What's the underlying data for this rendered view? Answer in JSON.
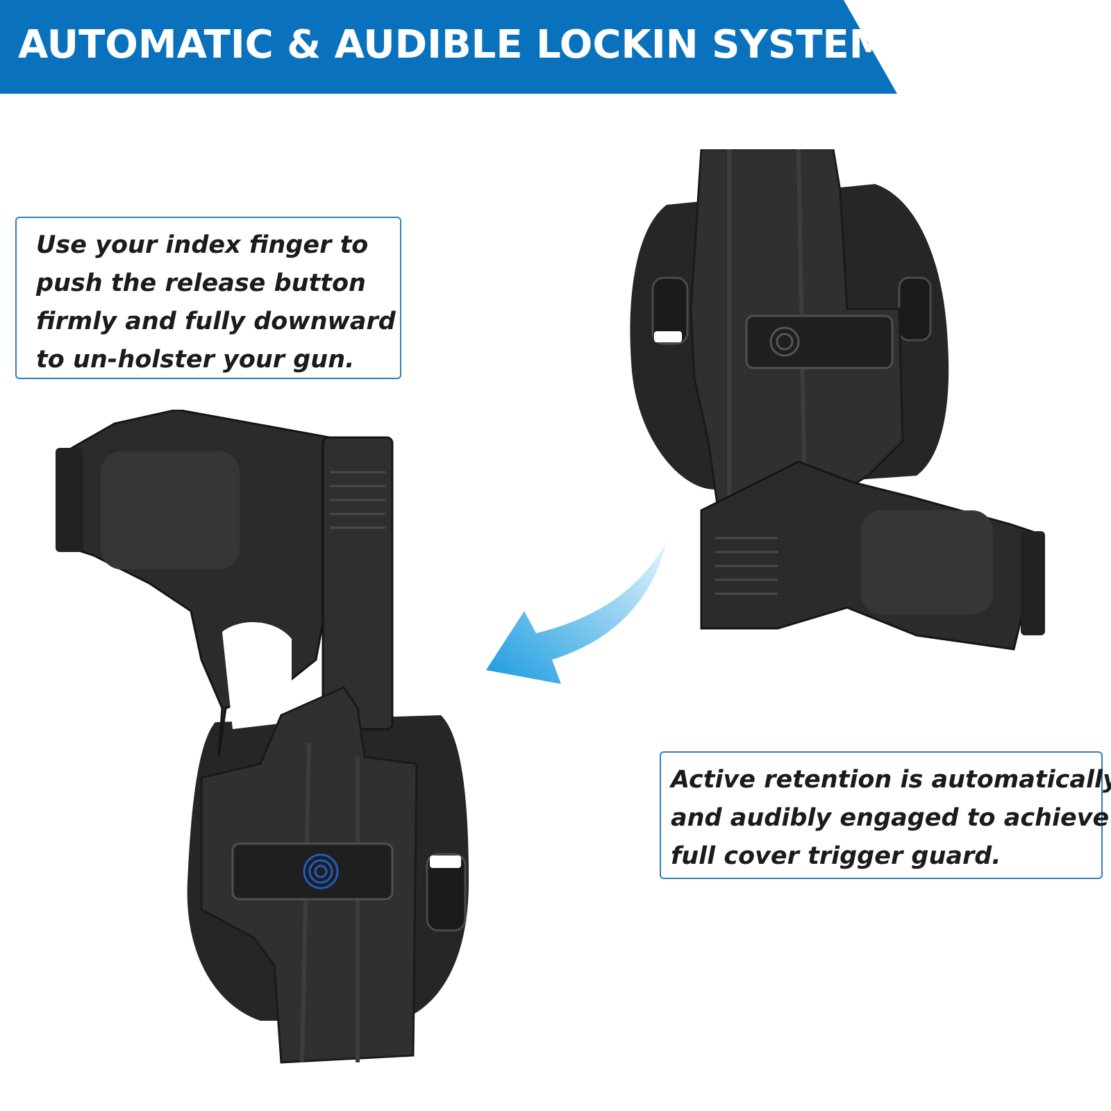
{
  "colors": {
    "banner_blue": "#0a72bd",
    "callout_border": "#2f7fb8",
    "arrow_blue": "#1a9be0",
    "holster_black": "#2a2a2a",
    "fingerprint_blue": "#1e5cc4"
  },
  "banner": {
    "title": "AUTOMATIC & AUDIBLE LOCKIN SYSTEM"
  },
  "callout_left": {
    "lines": [
      "Use your index finger to",
      "push the release button",
      "firmly and fully downward",
      "to un-holster your gun."
    ]
  },
  "callout_right": {
    "lines": [
      "Active retention is automatically",
      "and audibly engaged to achieve",
      "full cover trigger guard."
    ]
  },
  "icons": {
    "arrow": "curved-arrow-icon",
    "release_button": "fingerprint-icon"
  }
}
